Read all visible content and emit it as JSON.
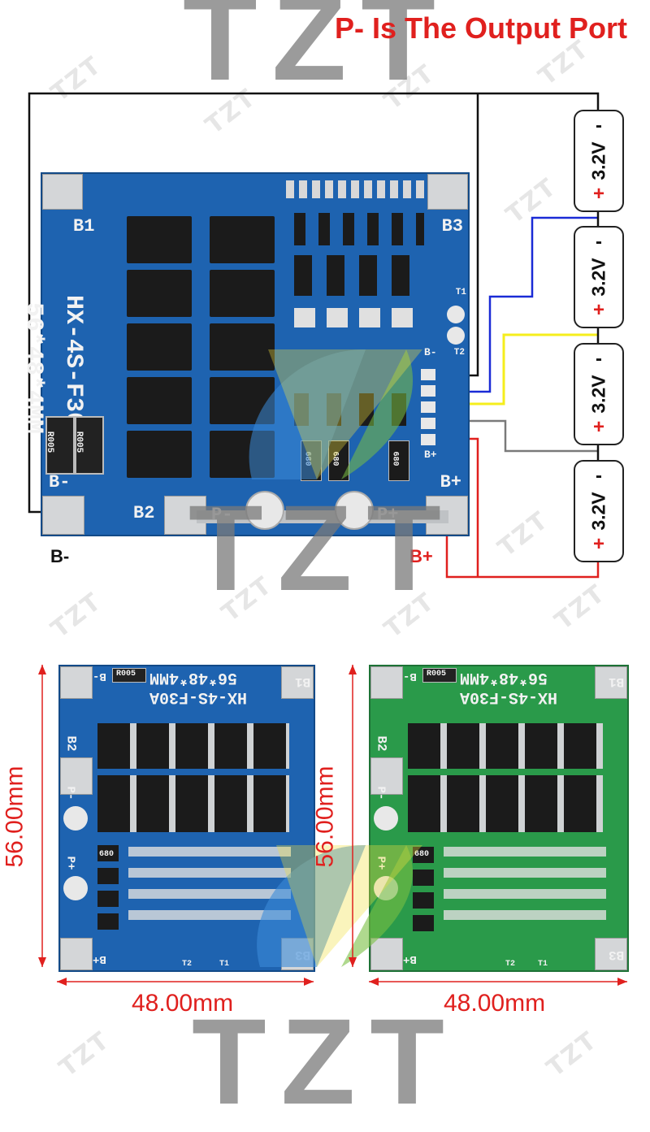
{
  "header": {
    "title_line": "P-  Is The Output Port"
  },
  "watermark": {
    "brand": "TZT"
  },
  "wiring": {
    "b_minus_label": "B-",
    "b_plus_label": "B+",
    "cells": [
      {
        "voltage": "3.2V",
        "plus": "+",
        "minus": "-"
      },
      {
        "voltage": "3.2V",
        "plus": "+",
        "minus": "-"
      },
      {
        "voltage": "3.2V",
        "plus": "+",
        "minus": "-"
      },
      {
        "voltage": "3.2V",
        "plus": "+",
        "minus": "-"
      }
    ],
    "wire_colors": {
      "black": "#111111",
      "blue": "#1a2bd6",
      "yellow": "#f5ee1c",
      "gray": "#7a7a7a",
      "red": "#e0201e"
    }
  },
  "board_top": {
    "model": "HX-4S-F30A",
    "size": "56*48*4MM",
    "pads": {
      "b1": "B1",
      "b3": "B3",
      "b_minus": "B-",
      "b2": "B2",
      "p_minus": "P-",
      "p_plus": "P+",
      "b_plus": "B+"
    },
    "small_labels": {
      "t1": "T1",
      "t2": "T2",
      "b_small": "B-",
      "b_plus_small": "B+"
    },
    "resistor_1": "R005",
    "resistor_2": "R005",
    "caps": [
      "680",
      "680",
      "680"
    ]
  },
  "boards_bottom": {
    "blue": {
      "model": "HX-4S-F30A",
      "size": "56*48*4MM",
      "resistor": "R005",
      "color": "#1e63b0"
    },
    "green": {
      "model": "HX-4S-F30A",
      "size": "56*48*4MM",
      "resistor": "R005",
      "color": "#2a9a4a"
    },
    "height_dim": "56.00mm",
    "width_dim": "48.00mm",
    "pad_labels": {
      "b1": "B1",
      "b2": "B2",
      "b3": "B3",
      "b_minus": "B-",
      "b_plus": "B+",
      "p_minus": "P-",
      "p_plus": "P+",
      "t1": "T1",
      "t2": "T2"
    },
    "cap_label": "680"
  },
  "colors": {
    "accent_red": "#e0201e",
    "pcb_blue": "#1e63b0",
    "pcb_green": "#2a9a4a"
  }
}
